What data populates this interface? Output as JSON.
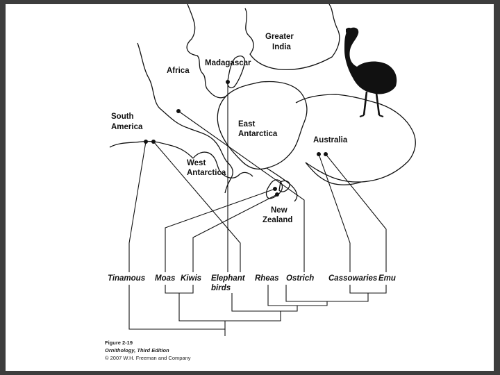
{
  "regions": {
    "greater_india_line1": "Greater",
    "greater_india_line2": "India",
    "africa": "Africa",
    "madagascar": "Madagascar",
    "south_america_line1": "South",
    "south_america_line2": "America",
    "east_antarctica_line1": "East",
    "east_antarctica_line2": "Antarctica",
    "australia": "Australia",
    "west_antarctica_line1": "West",
    "west_antarctica_line2": "Antarctica",
    "new_zealand_line1": "New",
    "new_zealand_line2": "Zealand"
  },
  "taxa": {
    "tinamous": "Tinamous",
    "moas": "Moas",
    "kiwis": "Kiwis",
    "elephant_birds_line1": "Elephant",
    "elephant_birds_line2": "birds",
    "rheas": "Rheas",
    "ostrich": "Ostrich",
    "cassowaries": "Cassowaries",
    "emu": "Emu"
  },
  "caption": {
    "figure": "Figure 2-19",
    "book": "Ornithology, Third Edition",
    "copyright": "© 2007 W.H. Freeman and Company"
  },
  "icons": {
    "silhouette": "ostrich-silhouette-icon"
  },
  "colors": {
    "background": "#3d3d3d",
    "slide": "#ffffff",
    "ink": "#111111"
  }
}
